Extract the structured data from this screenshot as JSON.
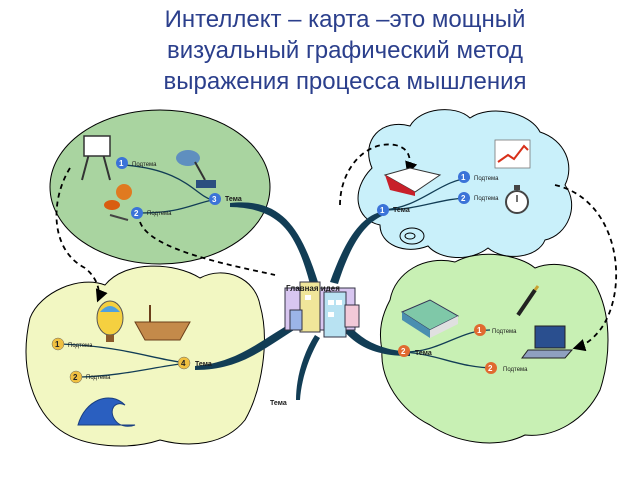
{
  "title_lines": [
    "Интеллект – карта –это мощный",
    "визуальный графический метод",
    "выражения процесса мышления"
  ],
  "central": {
    "label": "Главная идея"
  },
  "regions": {
    "top_left": {
      "theme": {
        "number": "3",
        "label": "Тема"
      },
      "subtopics": [
        {
          "number": "1",
          "label": "Подтема"
        },
        {
          "number": "2",
          "label": "Подтема"
        }
      ]
    },
    "top_right": {
      "theme": {
        "number": "1",
        "label": "Тема"
      },
      "subtopics": [
        {
          "number": "1",
          "label": "Подтема"
        },
        {
          "number": "2",
          "label": "Подтема"
        }
      ]
    },
    "bottom_left": {
      "theme": {
        "number": "4",
        "label": "Тема"
      },
      "subtopics": [
        {
          "number": "1",
          "label": "Подтема"
        },
        {
          "number": "2",
          "label": "Подтема"
        }
      ]
    },
    "bottom_right": {
      "theme": {
        "number": "2",
        "label": "Тема"
      },
      "subtopics": [
        {
          "number": "1",
          "label": "Подтема"
        },
        {
          "number": "2",
          "label": "Подтема"
        }
      ]
    },
    "bottom_center": {
      "theme": {
        "label": "Тема"
      }
    }
  },
  "colors": {
    "title": "#2b3f8c",
    "top_left_fill": "#a9d4a0",
    "top_right_fill": "#c9f0fa",
    "bottom_left_fill": "#f2f7c2",
    "bottom_right_fill": "#c8f0b4",
    "branch": "#123d55",
    "badge": "#3b73d8"
  }
}
